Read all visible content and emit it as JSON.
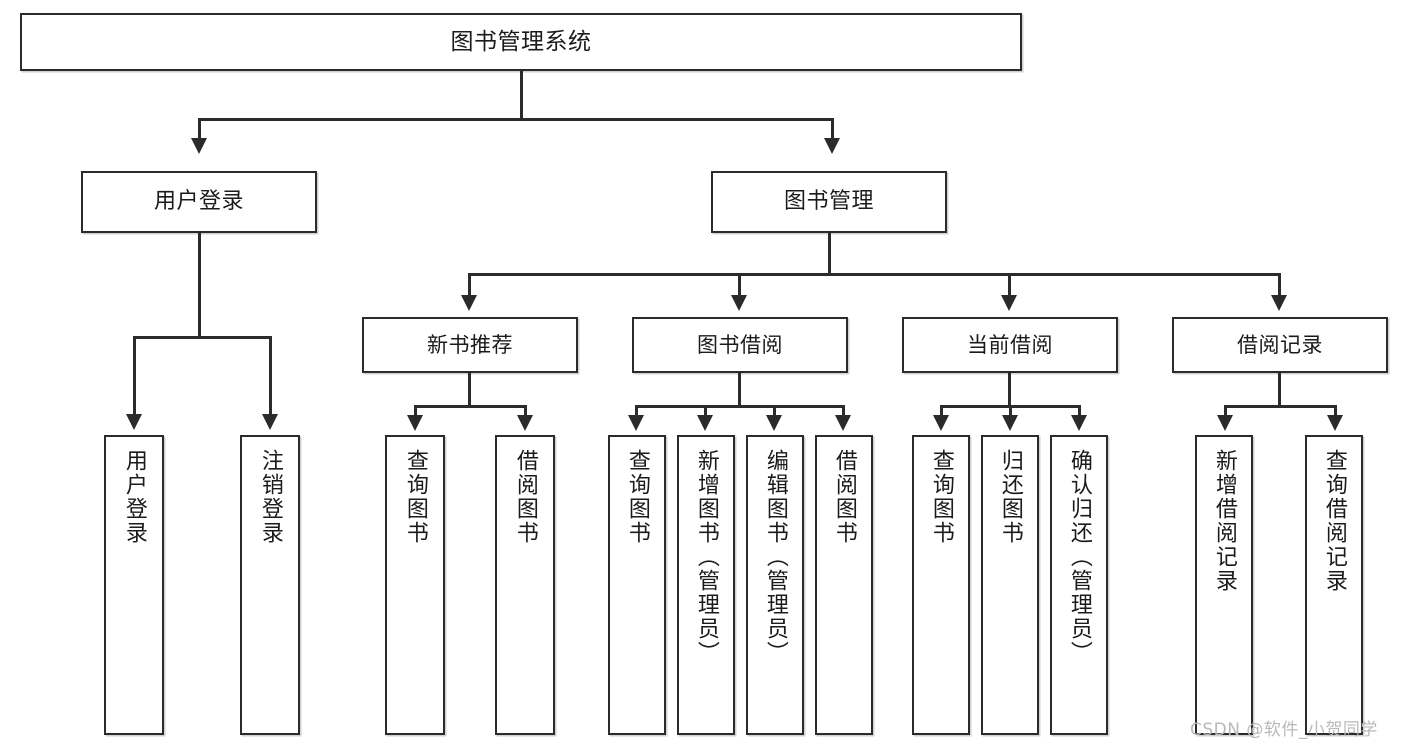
{
  "diagram": {
    "title": "图书管理系统",
    "watermark": "CSDN @软件_小贺同学",
    "edge_color": "#2b2b2b",
    "box_fill": "#ffffff",
    "text_color": "#1b1b1b",
    "watermark_color": "#b9b9b9"
  },
  "root": {
    "label": "图书管理系统"
  },
  "level1": [
    {
      "label": "用户登录"
    },
    {
      "label": "图书管理"
    }
  ],
  "level2": [
    {
      "label": "新书推荐"
    },
    {
      "label": "图书借阅"
    },
    {
      "label": "当前借阅"
    },
    {
      "label": "借阅记录"
    }
  ],
  "leaves": {
    "user_login": [
      {
        "label": "用户登录"
      },
      {
        "label": "注销登录"
      }
    ],
    "new_book_recommend": [
      {
        "label": "查询图书"
      },
      {
        "label": "借阅图书"
      }
    ],
    "book_borrow": [
      {
        "label": "查询图书"
      },
      {
        "label": "新增图书（管理员）"
      },
      {
        "label": "编辑图书（管理员）"
      },
      {
        "label": "借阅图书"
      }
    ],
    "current_borrow": [
      {
        "label": "查询图书"
      },
      {
        "label": "归还图书"
      },
      {
        "label": "确认归还（管理员）"
      }
    ],
    "borrow_record": [
      {
        "label": "新增借阅记录"
      },
      {
        "label": "查询借阅记录"
      }
    ]
  }
}
